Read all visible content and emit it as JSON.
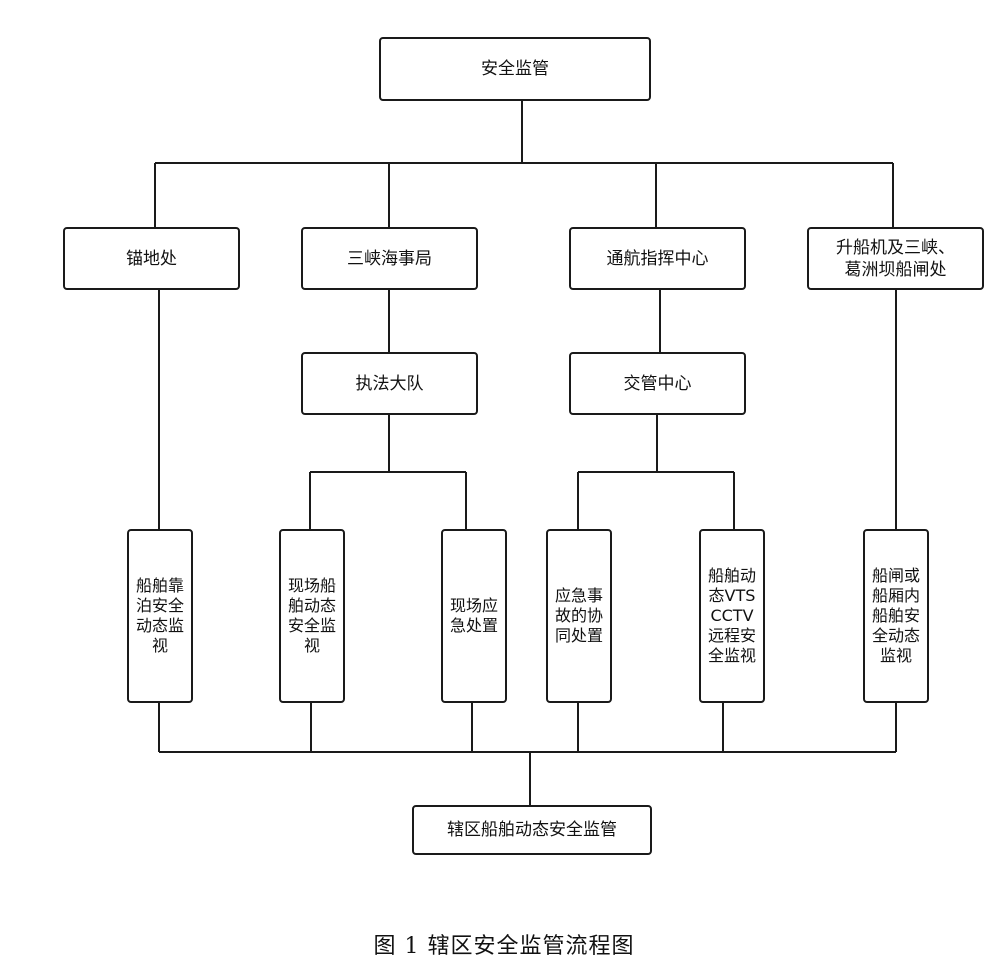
{
  "diagram": {
    "nodes": {
      "root": "安全监管",
      "anchorage": "锚地处",
      "msa": "三峡海事局",
      "nav_center": "通航指挥中心",
      "locks": "升船机及三峡、\n葛洲坝船闸处",
      "enforcement": "执法大队",
      "traffic": "交管中心",
      "leaf1": "船舶靠\n泊安全\n动态监\n视",
      "leaf2": "现场船\n舶动态\n安全监\n视",
      "leaf3": "现场应\n急处置",
      "leaf4": "应急事\n故的协\n同处置",
      "leaf5": "船舶动\n态VTS\nCCTV\n远程安\n全监视",
      "leaf6": "船闸或\n船厢内\n船舶安\n全动态\n监视",
      "bottom": "辖区船舶动态安全监管"
    },
    "edges": [
      [
        "root",
        "anchorage"
      ],
      [
        "root",
        "msa"
      ],
      [
        "root",
        "nav_center"
      ],
      [
        "root",
        "locks"
      ],
      [
        "msa",
        "enforcement"
      ],
      [
        "nav_center",
        "traffic"
      ],
      [
        "anchorage",
        "leaf1"
      ],
      [
        "enforcement",
        "leaf2"
      ],
      [
        "enforcement",
        "leaf3"
      ],
      [
        "traffic",
        "leaf4"
      ],
      [
        "traffic",
        "leaf5"
      ],
      [
        "locks",
        "leaf6"
      ],
      [
        "leaf1",
        "bottom"
      ],
      [
        "leaf2",
        "bottom"
      ],
      [
        "leaf3",
        "bottom"
      ],
      [
        "leaf4",
        "bottom"
      ],
      [
        "leaf5",
        "bottom"
      ],
      [
        "leaf6",
        "bottom"
      ]
    ],
    "caption": "图 1 辖区安全监管流程图"
  }
}
